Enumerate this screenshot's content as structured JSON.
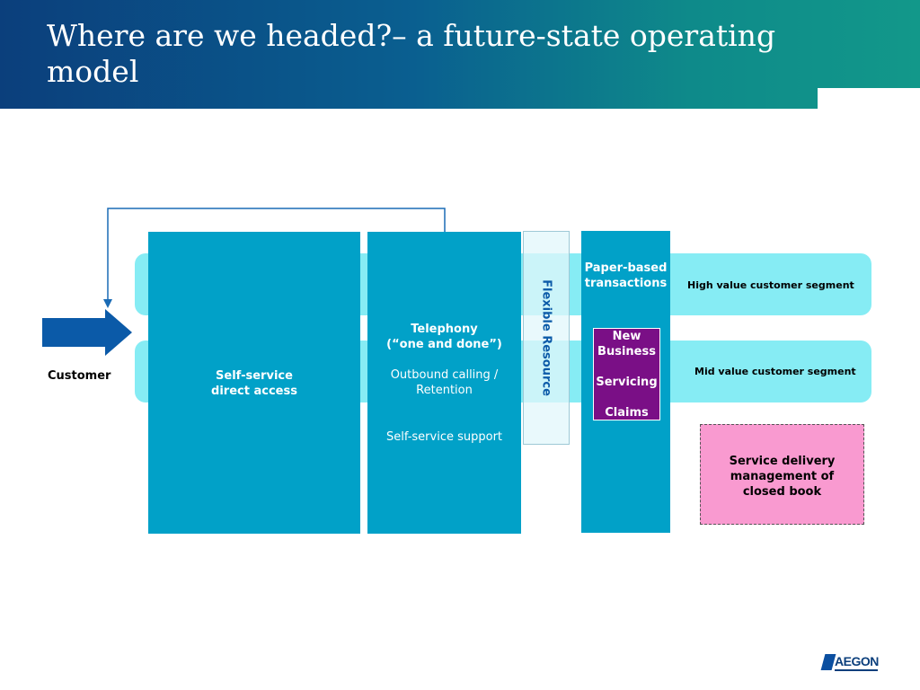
{
  "slide": {
    "title": "Where are we headed?– a future-state operating model"
  },
  "customer": {
    "label": "Customer"
  },
  "segments": {
    "high": "High value customer segment",
    "mid": "Mid value customer segment"
  },
  "blocks": {
    "self_service": {
      "line1": "Self-service",
      "line2": "direct access"
    },
    "telephony": {
      "title1": "Telephony",
      "title2": "(“one and done”)",
      "outbound1": "Outbound calling /",
      "outbound2": "Retention",
      "support": "Self-service support"
    },
    "flexible_resource": "Flexible Resource",
    "paper": {
      "line1": "Paper-based",
      "line2": "transactions",
      "items": [
        "New",
        "Business",
        "Servicing",
        "Claims"
      ]
    },
    "service_delivery": {
      "line1": "Service delivery",
      "line2": "management of",
      "line3": "closed book"
    }
  },
  "logo": {
    "text": "AEGON"
  },
  "colors": {
    "header": "#0b3f7c",
    "band": "#86ecf4",
    "block": "#01a1c8",
    "purple": "#7a0f86",
    "pink": "#f99ad0",
    "arrow": "#0b5aa8"
  }
}
